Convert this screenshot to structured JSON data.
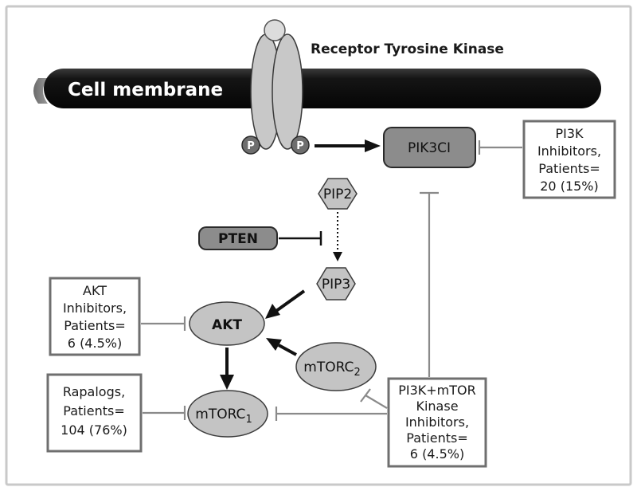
{
  "labels": {
    "receptor": "Receptor Tyrosine Kinase",
    "membrane": "Cell membrane",
    "phospho": "P"
  },
  "nodes": {
    "pik3ci": "PIK3CI",
    "pip2": "PIP2",
    "pip3": "PIP3",
    "pten": "PTEN",
    "akt": "AKT",
    "mtorc2_main": "mTORC",
    "mtorc2_sub": "2",
    "mtorc1_main": "mTORC",
    "mtorc1_sub": "1"
  },
  "boxes": {
    "pi3k": [
      "PI3K",
      "Inhibitors,",
      "Patients=",
      "20 (15%)"
    ],
    "akt": [
      "AKT",
      "Inhibitors,",
      "Patients=",
      "6 (4.5%)"
    ],
    "rapalogs": [
      "Rapalogs,",
      "Patients=",
      "104 (76%)"
    ],
    "dual": [
      "PI3K+mTOR",
      "Kinase",
      "Inhibitors,",
      "Patients=",
      "6 (4.5%)"
    ]
  }
}
